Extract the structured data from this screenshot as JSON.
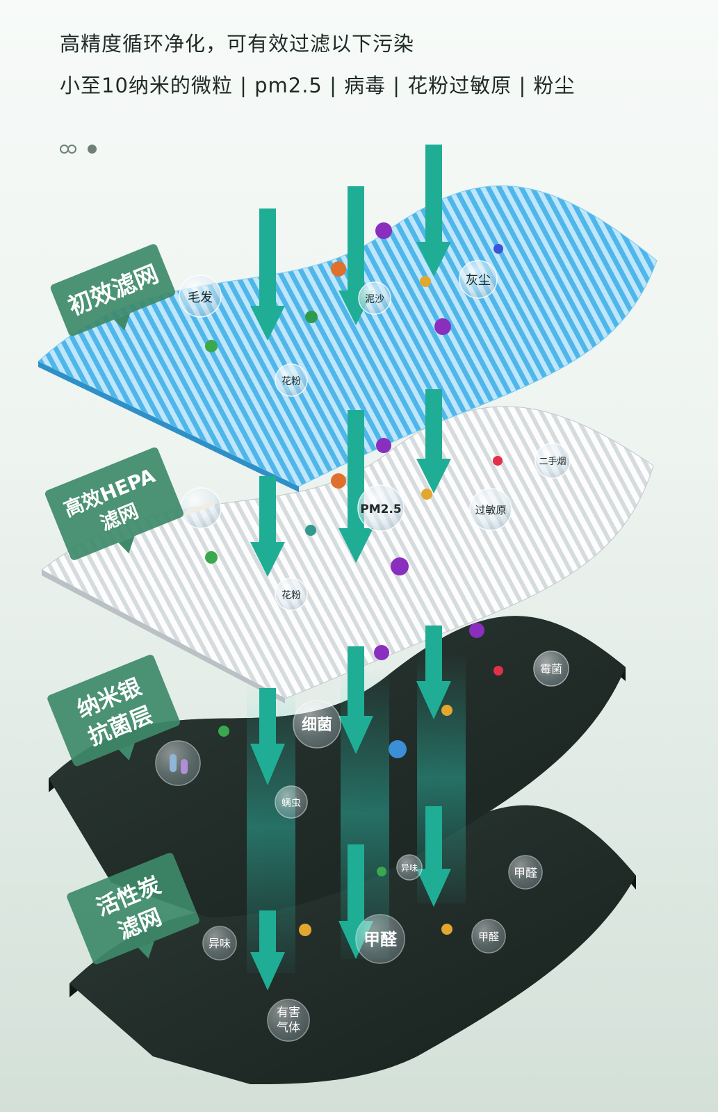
{
  "header": {
    "line1": "高精度循环净化，可有效过滤以下污染",
    "line2": "小至10纳米的微粒 | pm2.5 | 病毒 | 花粉过敏原 | 粉尘"
  },
  "layers": [
    {
      "tag_line1": "初效滤网",
      "tag_line2": ""
    },
    {
      "tag_line1": "高效HEPA",
      "tag_line2": "滤网"
    },
    {
      "tag_line1": "纳米银",
      "tag_line2": "抗菌层"
    },
    {
      "tag_line1": "活性炭",
      "tag_line2": "滤网"
    }
  ],
  "bubbles": {
    "hair": "毛发",
    "sand": "泥沙",
    "dust": "灰尘",
    "pollen1": "花粉",
    "smoke": "二手烟",
    "pm25": "PM2.5",
    "allergen": "过敏原",
    "pollen2": "花粉",
    "mold": "霉菌",
    "bacteria": "细菌",
    "mite": "螨虫",
    "odor1": "异味",
    "formaldehyde1": "甲醛",
    "formaldehyde2": "甲醛",
    "formaldehyde3": "甲醛",
    "odor2": "异味",
    "gas_line1": "有害",
    "gas_line2": "气体"
  },
  "colors": {
    "arrow": "#1fae95",
    "tag": "#3e8a6a",
    "blue_filter": "#4fb6ea",
    "dark_layer": "#1f2a27"
  }
}
